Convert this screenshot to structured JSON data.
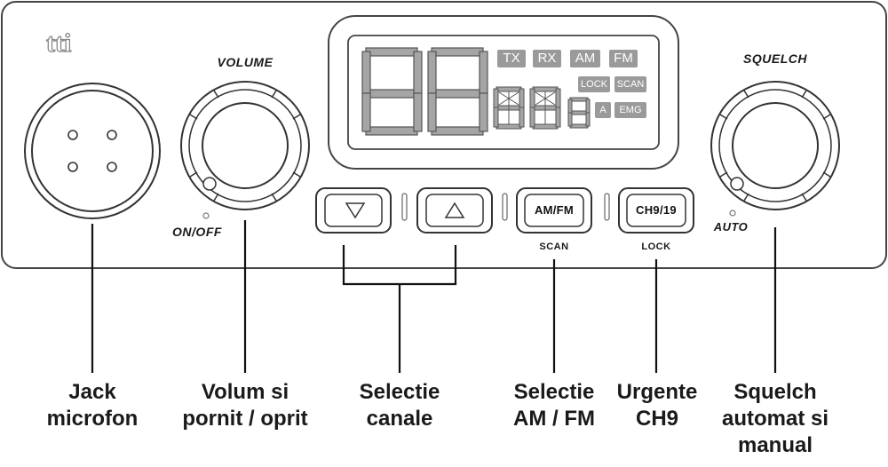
{
  "brand": "tti",
  "panel_labels": {
    "volume": "VOLUME",
    "on_off": "ON/OFF",
    "squelch": "SQUELCH",
    "auto": "AUTO",
    "scan": "SCAN",
    "lock": "LOCK"
  },
  "buttons": {
    "down": "▽",
    "up": "△",
    "am_fm": "AM/FM",
    "ch9_19": "CH9/19"
  },
  "display": {
    "indicators": {
      "tx": "TX",
      "rx": "RX",
      "am": "AM",
      "fm": "FM",
      "lock": "LOCK",
      "scan": "SCAN",
      "a": "A",
      "emg": "EMG"
    }
  },
  "callouts": {
    "jack": [
      "Jack",
      "microfon"
    ],
    "volume": [
      "Volum si",
      "pornit / oprit"
    ],
    "channels": [
      "Selectie",
      "canale"
    ],
    "amfm": [
      "Selectie",
      "AM / FM"
    ],
    "urgent": [
      "Urgente",
      "CH9"
    ],
    "squelch": [
      "Squelch",
      "automat si",
      "manual"
    ]
  }
}
